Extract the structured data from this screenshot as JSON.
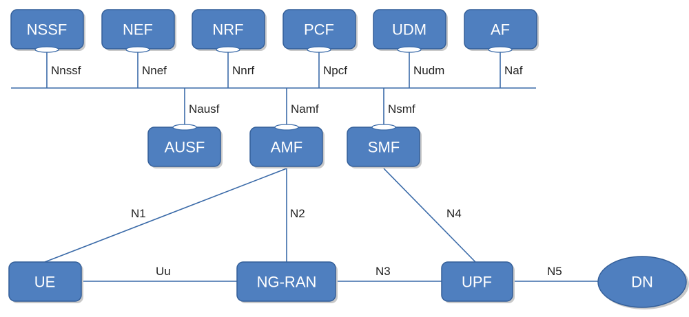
{
  "colors": {
    "node_fill": "#4f7fbf",
    "node_border": "#345f99",
    "line": "#3a6aa8",
    "label_text": "#222222"
  },
  "nodes": {
    "nssf": "NSSF",
    "nef": "NEF",
    "nrf": "NRF",
    "pcf": "PCF",
    "udm": "UDM",
    "af": "AF",
    "ausf": "AUSF",
    "amf": "AMF",
    "smf": "SMF",
    "ue": "UE",
    "ngran": "NG-RAN",
    "upf": "UPF",
    "dn": "DN"
  },
  "interfaces": {
    "nnssf": "Nnssf",
    "nnef": "Nnef",
    "nnrf": "Nnrf",
    "npcf": "Npcf",
    "nudm": "Nudm",
    "naf": "Naf",
    "nausf": "Nausf",
    "namf": "Namf",
    "nsmf": "Nsmf",
    "n1": "N1",
    "n2": "N2",
    "n3": "N3",
    "n4": "N4",
    "n5": "N5",
    "uu": "Uu"
  }
}
